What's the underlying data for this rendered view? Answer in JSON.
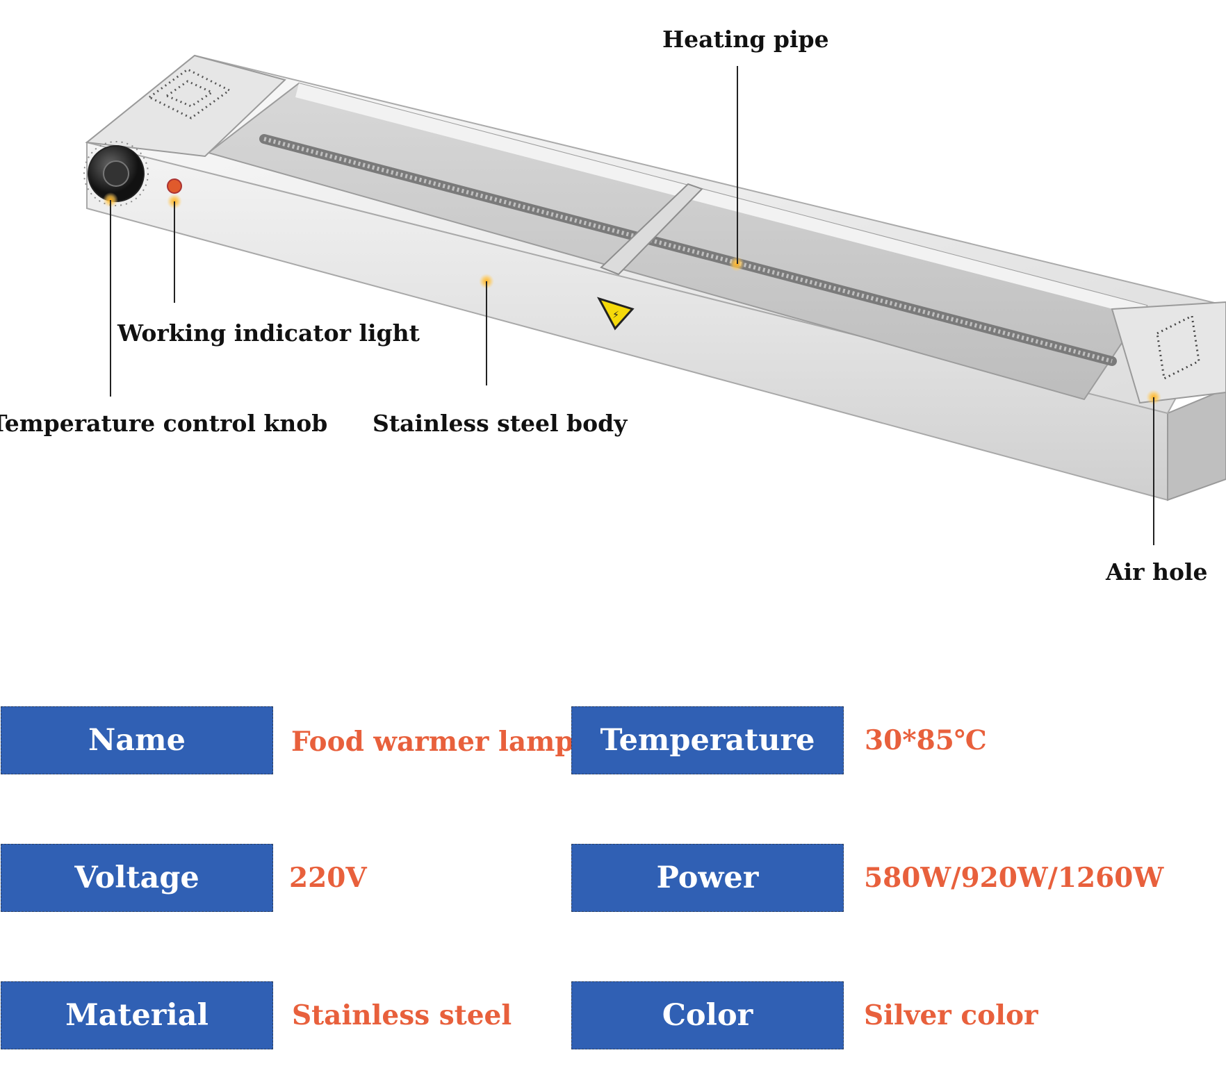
{
  "callouts": {
    "heating_pipe": "Heating pipe",
    "working_indicator_light": "Working indicator light",
    "temperature_control_knob": "Temperature control knob",
    "stainless_steel_body": "Stainless steel body",
    "air_hole": "Air hole"
  },
  "specs": [
    {
      "label": "Name",
      "value": "Food warmer lamp"
    },
    {
      "label": "Temperature",
      "value": "30*85℃"
    },
    {
      "label": "Voltage",
      "value": "220V"
    },
    {
      "label": "Power",
      "value": "580W/920W/1260W"
    },
    {
      "label": "Material",
      "value": "Stainless steel"
    },
    {
      "label": "Color",
      "value": "Silver color"
    }
  ],
  "colors": {
    "label_background": "#3060b4",
    "label_text": "#ffffff",
    "value_text": "#e8603c",
    "callout_text": "#111111",
    "callout_dot": "#f5a623"
  }
}
